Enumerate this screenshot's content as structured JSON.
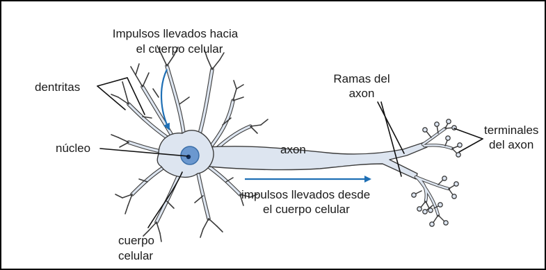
{
  "labels": {
    "impulses_in_line1": "Impulsos llevados hacia",
    "impulses_in_line2": "el cuerpo celular",
    "dendrites": "dentritas",
    "nucleus": "núcleo",
    "cell_body_line1": "cuerpo",
    "cell_body_line2": "celular",
    "axon": "axon",
    "axon_branches_line1": "Ramas del",
    "axon_branches_line2": "axon",
    "axon_terminals_line1": "terminales",
    "axon_terminals_line2": "del axon",
    "impulses_out_line1": "impulsos llevados desde",
    "impulses_out_line2": "el cuerpo celular"
  },
  "colors": {
    "membrane_fill": "#dde5f0",
    "membrane_stroke": "#3b3b3b",
    "nucleus_fill": "#6b98cf",
    "nucleolus": "#0d2a55",
    "arrow_blue": "#1e6fb5",
    "leader_line": "#111111",
    "border": "#000000"
  }
}
